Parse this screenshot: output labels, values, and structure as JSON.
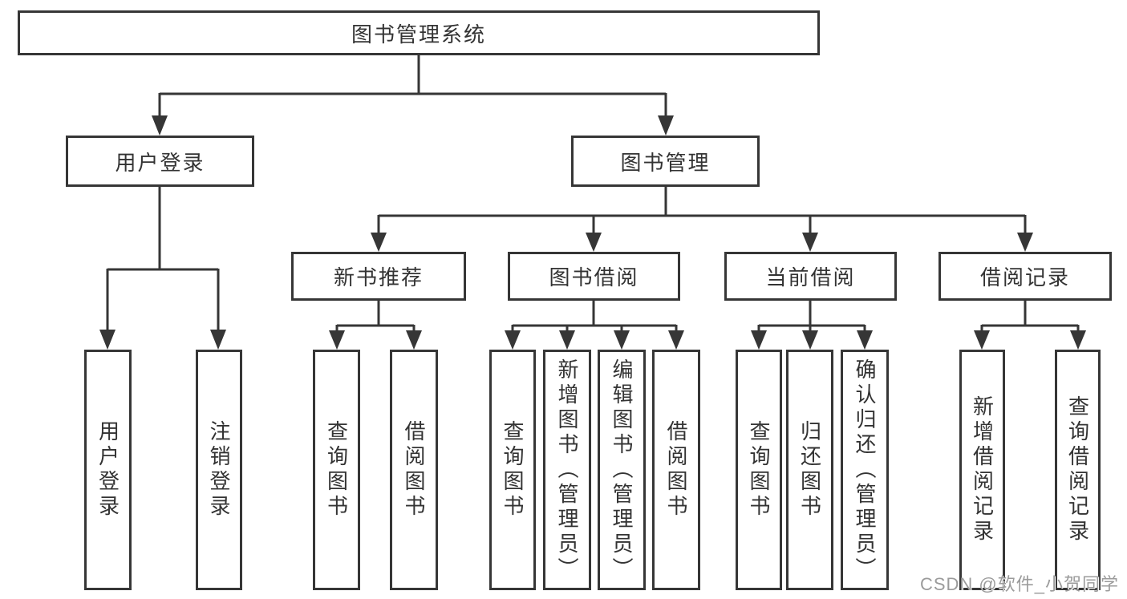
{
  "diagram": {
    "root": {
      "label": "图书管理系统"
    },
    "level2": [
      {
        "id": "user-login",
        "label": "用户登录"
      },
      {
        "id": "book-management",
        "label": "图书管理"
      }
    ],
    "level3": [
      {
        "id": "new-book-recommend",
        "parent": "book-management",
        "label": "新书推荐"
      },
      {
        "id": "book-borrowing",
        "parent": "book-management",
        "label": "图书借阅"
      },
      {
        "id": "current-borrowing",
        "parent": "book-management",
        "label": "当前借阅"
      },
      {
        "id": "borrowing-records",
        "parent": "book-management",
        "label": "借阅记录"
      }
    ],
    "leaves": [
      {
        "parent": "user-login",
        "label": "用户登录"
      },
      {
        "parent": "user-login",
        "label": "注销登录"
      },
      {
        "parent": "new-book-recommend",
        "label": "查询图书"
      },
      {
        "parent": "new-book-recommend",
        "label": "借阅图书"
      },
      {
        "parent": "book-borrowing",
        "label": "查询图书"
      },
      {
        "parent": "book-borrowing",
        "label": "新增图书（管理员）"
      },
      {
        "parent": "book-borrowing",
        "label": "编辑图书（管理员）"
      },
      {
        "parent": "book-borrowing",
        "label": "借阅图书"
      },
      {
        "parent": "current-borrowing",
        "label": "查询图书"
      },
      {
        "parent": "current-borrowing",
        "label": "归还图书"
      },
      {
        "parent": "current-borrowing",
        "label": "确认归还（管理员）"
      },
      {
        "parent": "borrowing-records",
        "label": "新增借阅记录"
      },
      {
        "parent": "borrowing-records",
        "label": "查询借阅记录"
      }
    ],
    "watermark": "CSDN @软件_小贺同学",
    "colors": {
      "line": "#363636",
      "border": "#363636",
      "text": "#333333",
      "watermark": "#9b9b9b",
      "background": "#ffffff"
    }
  }
}
